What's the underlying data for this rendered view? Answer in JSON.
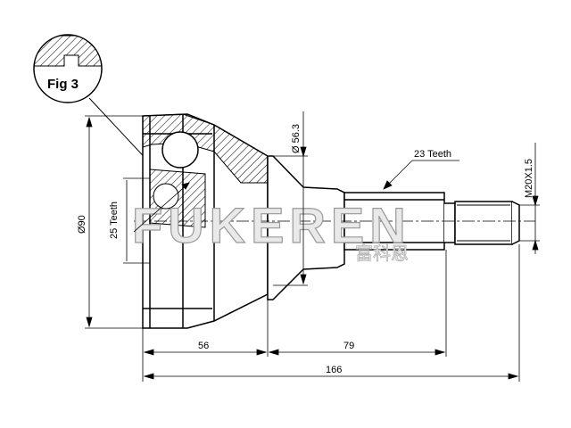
{
  "figure": {
    "label": "Fig 3"
  },
  "watermark": {
    "brand": "FUKEREN",
    "chinese": "富科恩"
  },
  "dimensions": {
    "outer_diameter": "Ø90",
    "seal_diameter": "Ø 56.3",
    "inner_teeth": "25 Teeth",
    "shaft_teeth": "23 Teeth",
    "thread": "M20X1.5",
    "length_body": "56",
    "length_shaft": "79",
    "length_total": "166"
  },
  "colors": {
    "line": "#000000",
    "hatch": "#000000",
    "watermark_fill": "#e9e9e9"
  }
}
